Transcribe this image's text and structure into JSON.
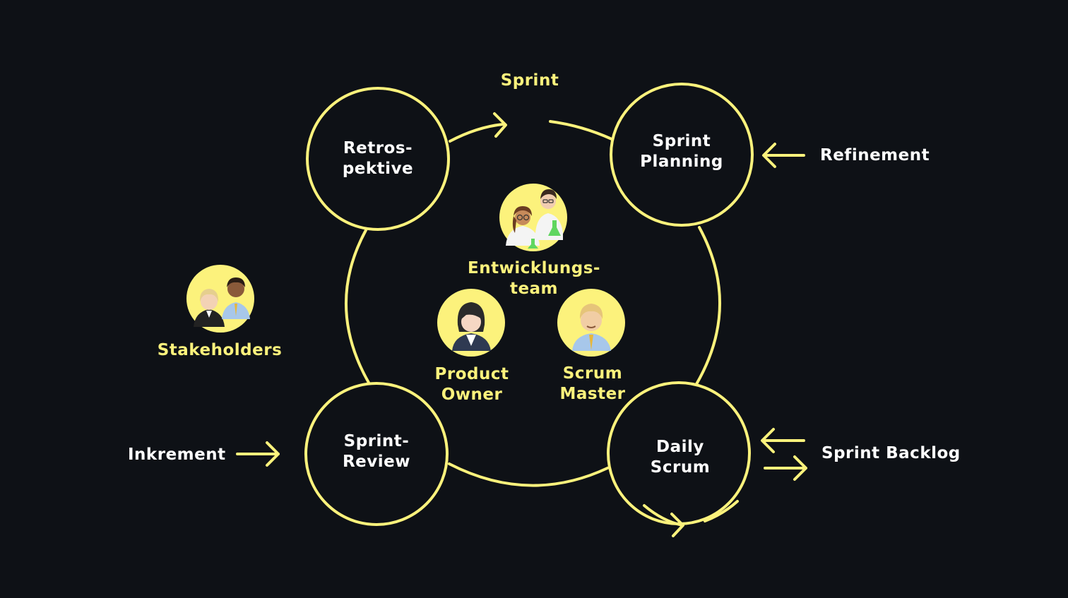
{
  "diagram": {
    "colors": {
      "background": "#0e1116",
      "accent": "#fcf27c",
      "text": "#ffffff"
    },
    "nodes": {
      "retrospektive": {
        "line1": "Retros-",
        "line2": "pektive"
      },
      "sprint_planning": {
        "line1": "Sprint",
        "line2": "Planning"
      },
      "sprint_review": {
        "line1": "Sprint-",
        "line2": "Review"
      },
      "daily_scrum": {
        "line1": "Daily",
        "line2": "Scrum"
      }
    },
    "cycle_label": "Sprint",
    "inputs": {
      "refinement": "Refinement",
      "inkrement": "Inkrement",
      "sprint_backlog": "Sprint Backlog"
    },
    "roles": {
      "entwicklungsteam": {
        "line1": "Entwicklungs-",
        "line2": "team",
        "icon": "scientists-icon"
      },
      "product_owner": {
        "line1": "Product",
        "line2": "Owner",
        "icon": "businesswoman-icon"
      },
      "scrum_master": {
        "line1": "Scrum",
        "line2": "Master",
        "icon": "businessman-icon"
      },
      "stakeholders": {
        "label": "Stakeholders",
        "icon": "couple-icon"
      }
    }
  }
}
